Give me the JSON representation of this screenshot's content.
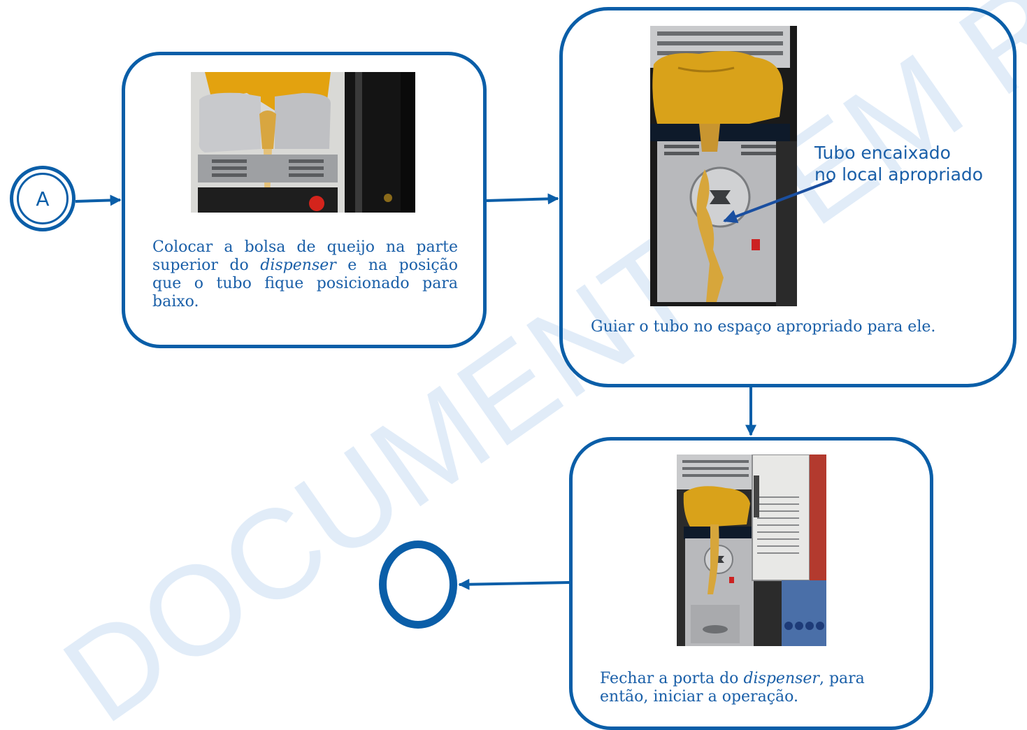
{
  "watermark": {
    "text": "DOCUMENTO EM REVISÃO",
    "color": "#c5dcf2"
  },
  "start_connector": {
    "label": "A"
  },
  "steps": [
    {
      "photo_description_icon": "cheese-bag-photo",
      "text_before": "Colocar a bolsa de queijo na parte superior do ",
      "text_italic": "dispenser",
      "text_after": " e na posição que o tubo fique posicionado para baixo."
    },
    {
      "photo_description_icon": "tube-placement-photo",
      "text": "Guiar o tubo no espaço apropriado para ele.",
      "callout_line1": "Tubo encaixado",
      "callout_line2": "no local apropriado"
    },
    {
      "photo_description_icon": "dispenser-door-photo",
      "text_before": "Fechar a porta do ",
      "text_italic": "dispenser",
      "text_after": ", para então, iniciar a operação."
    }
  ],
  "colors": {
    "border": "#0a5ea8",
    "text": "#1a5fa8",
    "arrow": "#0a5ea8"
  }
}
